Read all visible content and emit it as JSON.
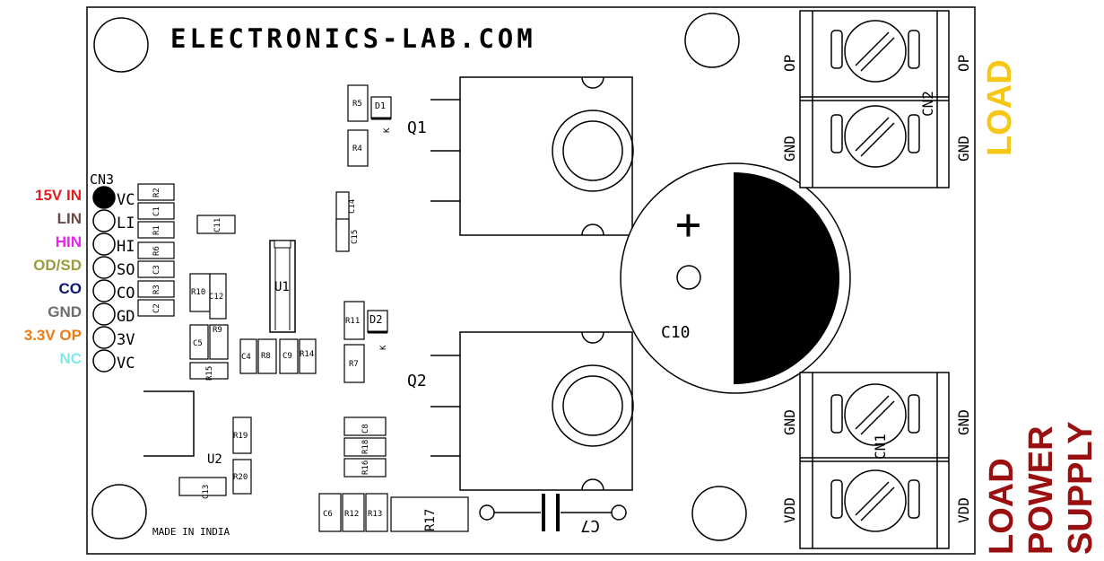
{
  "board": {
    "brand": "ELECTRONICS-LAB.COM",
    "made_in": "MADE IN INDIA"
  },
  "header_pins": {
    "ref": "CN3",
    "pins": [
      {
        "silk": "VC",
        "label": "15V IN",
        "color": "#e41e1e"
      },
      {
        "silk": "LI",
        "label": "LIN",
        "color": "#6b4a43"
      },
      {
        "silk": "HI",
        "label": "HIN",
        "color": "#ee22ee"
      },
      {
        "silk": "SO",
        "label": "OD/SD",
        "color": "#9c9c3c"
      },
      {
        "silk": "CO",
        "label": "CO",
        "color": "#0c1473"
      },
      {
        "silk": "GD",
        "label": "GND",
        "color": "#6d6d6d"
      },
      {
        "silk": "3V",
        "label": "3.3V OP",
        "color": "#f07a12"
      },
      {
        "silk": "VC",
        "label": "NC",
        "color": "#7fe8ee"
      }
    ]
  },
  "terminals": {
    "cn2": {
      "ref": "CN2",
      "top_pin": "OP",
      "bottom_pin": "GND",
      "label": "LOAD",
      "label_color": "#f7c717"
    },
    "cn1": {
      "ref": "CN1",
      "top_pin": "GND",
      "bottom_pin": "VDD",
      "label_lines": [
        "LOAD",
        "POWER",
        "SUPPLY"
      ],
      "label_color": "#9a0f0f"
    }
  },
  "parts": {
    "q1": "Q1",
    "q2": "Q2",
    "u1": "U1",
    "u2": "U2",
    "c10": "C10",
    "c10_polarity": "+",
    "c7": "C7",
    "d1": "D1",
    "d2": "D2",
    "k1": "K",
    "k2": "K",
    "r1": "R1",
    "r2": "R2",
    "r3": "R3",
    "r4": "R4",
    "r5": "R5",
    "r6": "R6",
    "r7": "R7",
    "r8": "R8",
    "r9": "R9",
    "r10": "R10",
    "r11": "R11",
    "r12": "R12",
    "r13": "R13",
    "r14": "R14",
    "r15": "R15",
    "r16": "R16",
    "r17": "R17",
    "r18": "R18",
    "r19": "R19",
    "r20": "R20",
    "c1": "C1",
    "c2": "C2",
    "c3": "C3",
    "c4": "C4",
    "c5": "C5",
    "c6": "C6",
    "c8": "C8",
    "c9": "C9",
    "c11": "C11",
    "c12": "C12",
    "c13": "C13",
    "c14": "C14",
    "c15": "C15"
  }
}
